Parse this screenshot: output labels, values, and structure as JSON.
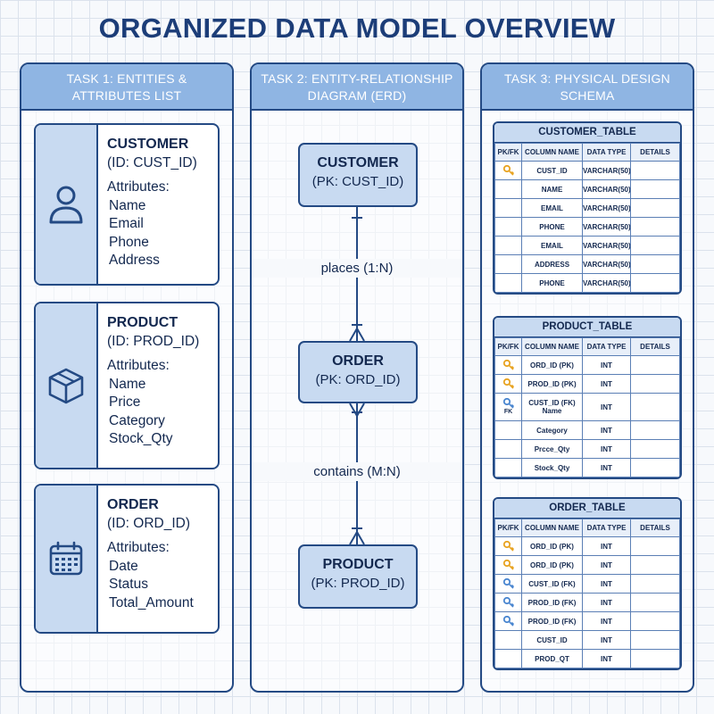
{
  "title": "ORGANIZED DATA MODEL OVERVIEW",
  "task1": {
    "header": "TASK 1: ENTITIES & ATTRIBUTES LIST",
    "entities": [
      {
        "name": "CUSTOMER",
        "id": "(ID: CUST_ID)",
        "attr_label": "Attributes:",
        "attributes": [
          "Name",
          "Email",
          "Phone",
          "Address"
        ],
        "icon": "person-icon"
      },
      {
        "name": "PRODUCT",
        "id": "(ID: PROD_ID)",
        "attr_label": "Attributes:",
        "attributes": [
          "Name",
          "Price",
          "Category",
          "Stock_Qty"
        ],
        "icon": "box-icon"
      },
      {
        "name": "ORDER",
        "id": "(ID: ORD_ID)",
        "attr_label": "Attributes:",
        "attributes": [
          "Date",
          "Status",
          "Total_Amount"
        ],
        "icon": "calendar-icon"
      }
    ]
  },
  "task2": {
    "header": "TASK 2: ENTITY-RELATIONSHIP DIAGRAM (ERD)",
    "entities": [
      {
        "name": "CUSTOMER",
        "pk": "(PK: CUST_ID)"
      },
      {
        "name": "ORDER",
        "pk": "(PK: ORD_ID)"
      },
      {
        "name": "PRODUCT",
        "pk": "(PK: PROD_ID)"
      }
    ],
    "relationships": [
      "places (1:N)",
      "contains (M:N)"
    ]
  },
  "task3": {
    "header": "TASK 3: PHYSICAL DESIGN SCHEMA",
    "columns": [
      "PK/FK",
      "COLUMN NAME",
      "DATA TYPE",
      "DETAILS"
    ],
    "tables": [
      {
        "name": "CUSTOMER_TABLE",
        "rows": [
          {
            "key": "pk",
            "key_label": "",
            "col": "CUST_ID",
            "type": "VARCHAR(50)",
            "details": ""
          },
          {
            "key": "",
            "key_label": "",
            "col": "NAME",
            "type": "VARCHAR(50)",
            "details": ""
          },
          {
            "key": "",
            "key_label": "",
            "col": "EMAIL",
            "type": "VARCHAR(50)",
            "details": ""
          },
          {
            "key": "",
            "key_label": "",
            "col": "PHONE",
            "type": "VARCHAR(50)",
            "details": ""
          },
          {
            "key": "",
            "key_label": "",
            "col": "EMAIL",
            "type": "VARCHAR(50)",
            "details": ""
          },
          {
            "key": "",
            "key_label": "",
            "col": "ADDRESS",
            "type": "VARCHAR(50)",
            "details": ""
          },
          {
            "key": "",
            "key_label": "",
            "col": "PHONE",
            "type": "VARCHAR(50)",
            "details": ""
          }
        ]
      },
      {
        "name": "PRODUCT_TABLE",
        "rows": [
          {
            "key": "pk",
            "key_label": "",
            "col": "ORD_ID (PK)",
            "type": "INT",
            "details": ""
          },
          {
            "key": "pk",
            "key_label": "",
            "col": "PROD_ID (PK)",
            "type": "INT",
            "details": ""
          },
          {
            "key": "fk",
            "key_label": "FK",
            "col": "CUST_ID (FK) Name",
            "type": "INT",
            "details": ""
          },
          {
            "key": "",
            "key_label": "",
            "col": "Category",
            "type": "INT",
            "details": ""
          },
          {
            "key": "",
            "key_label": "",
            "col": "Prcce_Qty",
            "type": "INT",
            "details": ""
          },
          {
            "key": "",
            "key_label": "",
            "col": "Stock_Qty",
            "type": "INT",
            "details": ""
          }
        ]
      },
      {
        "name": "ORDER_TABLE",
        "rows": [
          {
            "key": "pk",
            "key_label": "",
            "col": "ORD_ID (PK)",
            "type": "INT",
            "details": ""
          },
          {
            "key": "pk",
            "key_label": "",
            "col": "ORD_ID (PK)",
            "type": "INT",
            "details": ""
          },
          {
            "key": "fk",
            "key_label": "",
            "col": "CUST_ID (FK)",
            "type": "INT",
            "details": ""
          },
          {
            "key": "fk",
            "key_label": "",
            "col": "PROD_ID (FK)",
            "type": "INT",
            "details": ""
          },
          {
            "key": "fk",
            "key_label": "",
            "col": "PROD_ID (FK)",
            "type": "INT",
            "details": ""
          },
          {
            "key": "",
            "key_label": "",
            "col": "CUST_ID",
            "type": "INT",
            "details": ""
          },
          {
            "key": "",
            "key_label": "",
            "col": "PROD_QT",
            "type": "INT",
            "details": ""
          }
        ]
      }
    ]
  },
  "colors": {
    "pk_key": "#e8a321",
    "fk_key": "#4a86d0",
    "accent": "#8fb5e3",
    "border": "#244a84"
  }
}
